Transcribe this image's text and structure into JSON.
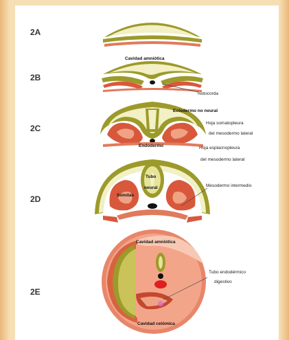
{
  "stages": {
    "a": "2A",
    "b": "2B",
    "c": "2C",
    "d": "2D",
    "e": "2E"
  },
  "annotations": {
    "cavidad_amniotica_b": "Cavidad amniótica",
    "notocorda": "Notocorda",
    "ectodermo": "Ectodermo no neural",
    "hoja_somato_1": "Hoja somatopleura",
    "hoja_somato_2": "del mesodermo lateral",
    "endodermo": "Endodermo",
    "hoja_esplacno_1": "Hoja esplacnopleura",
    "hoja_esplacno_2": "del mesodermo lateral",
    "tubo_neural_1": "Tubo",
    "tubo_neural_2": "neural",
    "somitas": "Somitas",
    "mesodermo_intermedio": "Mesodermo intermedio",
    "cavidad_amniotica_e": "Cavidad amniótica",
    "tubo_endo_1": "Tubo endodérmico",
    "tubo_endo_2": "digestivo",
    "cavidad_celomica": "Cavidad celómica"
  },
  "colors": {
    "ectoderm_olive": "#9c9a2a",
    "ectoderm_light": "#f2f0c4",
    "mesoderm_red": "#d9583c",
    "mesoderm_light": "#f0a384",
    "embryo_pink": "#f3a58a"
  }
}
